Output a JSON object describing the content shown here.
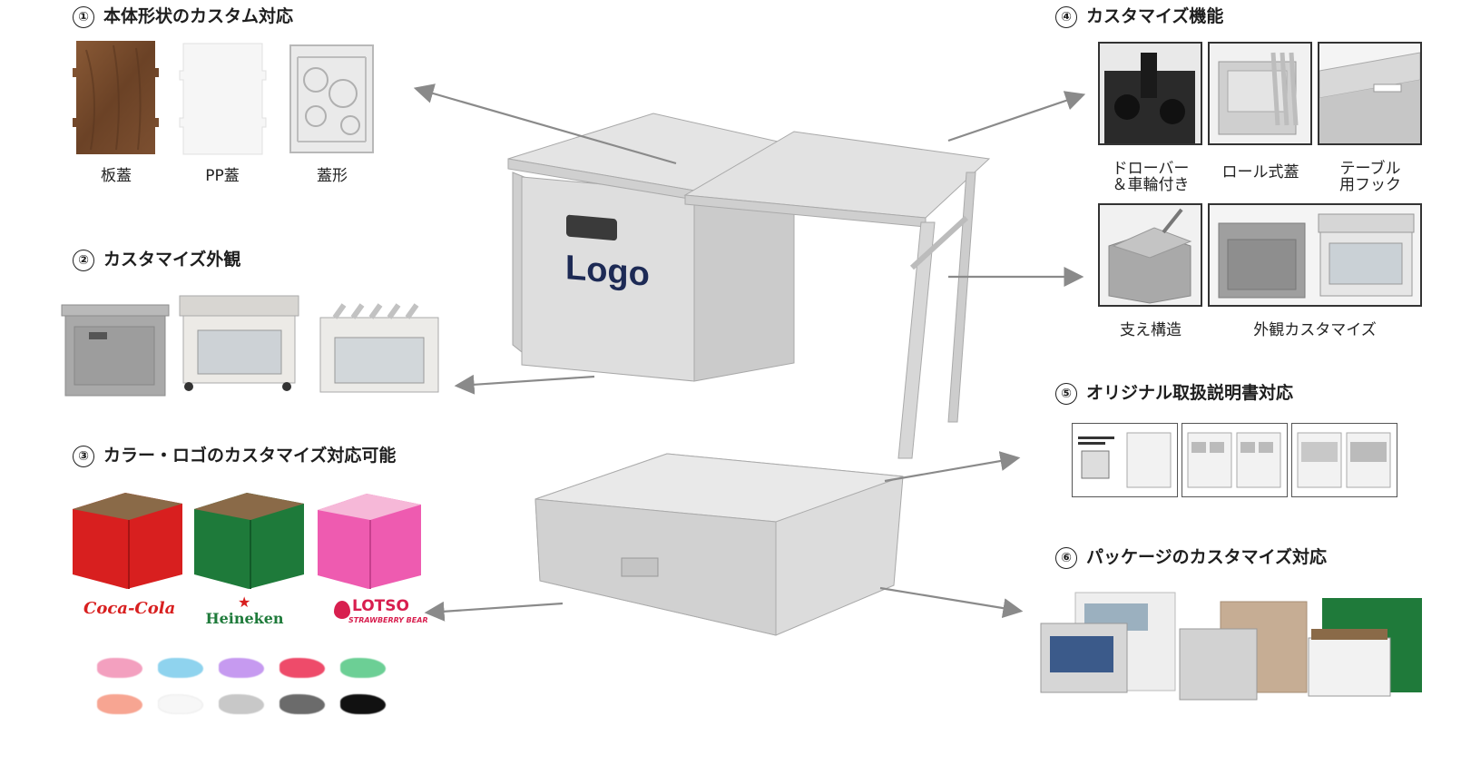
{
  "sections": {
    "s1": {
      "num": "①",
      "title": "本体形状のカスタム対応",
      "items": [
        "板蓋",
        "PP蓋",
        "蓋形"
      ]
    },
    "s2": {
      "num": "②",
      "title": "カスタマイズ外観"
    },
    "s3": {
      "num": "③",
      "title": "カラー・ロゴのカスタマイズ対応可能",
      "brands": [
        "Coca-Cola",
        "Heineken",
        "LOTSO",
        "STRAWBERRY BEAR"
      ],
      "colors": [
        "#f3a0bf",
        "#8fd3ee",
        "#c69af0",
        "#ee4b6a",
        "#6ccf95",
        "#f7a592",
        "#f7f7f7",
        "#c8c8c8",
        "#6b6b6b",
        "#111111"
      ]
    },
    "s4": {
      "num": "④",
      "title": "カスタマイズ機能",
      "items": [
        "ドローバー",
        "＆車輪付き",
        "ロール式蓋",
        "テーブル",
        "用フック",
        "支え構造",
        "外観カスタマイズ"
      ]
    },
    "s5": {
      "num": "⑤",
      "title": "オリジナル取扱説明書対応"
    },
    "s6": {
      "num": "⑥",
      "title": "パッケージのカスタマイズ対応"
    }
  },
  "center": {
    "logo_text": "Logo"
  }
}
